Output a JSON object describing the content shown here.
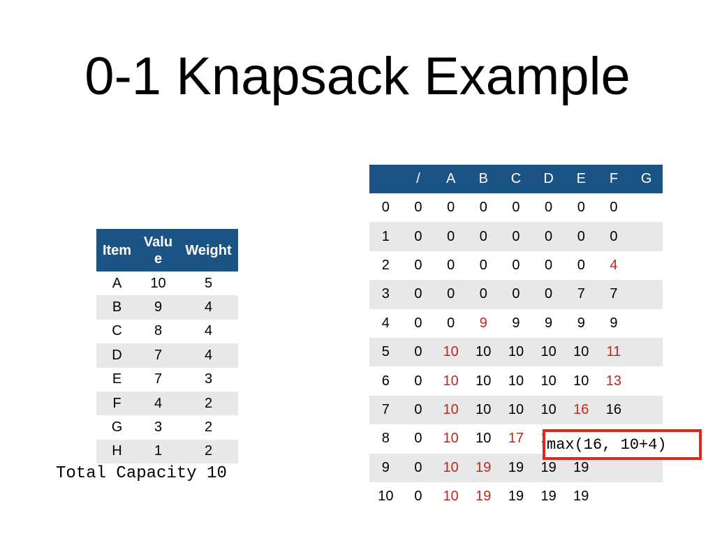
{
  "title": "0-1 Knapsack Example",
  "items_table": {
    "headers": [
      "Item",
      "Valu e",
      "Weight"
    ],
    "rows": [
      [
        "A",
        "10",
        "5"
      ],
      [
        "B",
        "9",
        "4"
      ],
      [
        "C",
        "8",
        "4"
      ],
      [
        "D",
        "7",
        "4"
      ],
      [
        "E",
        "7",
        "3"
      ],
      [
        "F",
        "4",
        "2"
      ],
      [
        "G",
        "3",
        "2"
      ],
      [
        "H",
        "1",
        "2"
      ]
    ],
    "shade_color": "#e7e8ea",
    "header_color": "#1c5385"
  },
  "total_capacity": "Total Capacity 10",
  "dp_table": {
    "headers": [
      "",
      "/",
      "A",
      "B",
      "C",
      "D",
      "E",
      "F",
      "G"
    ],
    "rows": [
      [
        "0",
        "0",
        "0",
        "0",
        "0",
        "0",
        "0",
        "0",
        ""
      ],
      [
        "1",
        "0",
        "0",
        "0",
        "0",
        "0",
        "0",
        "0",
        ""
      ],
      [
        "2",
        "0",
        "0",
        "0",
        "0",
        "0",
        "0",
        "4",
        ""
      ],
      [
        "3",
        "0",
        "0",
        "0",
        "0",
        "0",
        "7",
        "7",
        ""
      ],
      [
        "4",
        "0",
        "0",
        "9",
        "9",
        "9",
        "9",
        "9",
        ""
      ],
      [
        "5",
        "0",
        "10",
        "10",
        "10",
        "10",
        "10",
        "11",
        ""
      ],
      [
        "6",
        "0",
        "10",
        "10",
        "10",
        "10",
        "10",
        "13",
        ""
      ],
      [
        "7",
        "0",
        "10",
        "10",
        "10",
        "10",
        "16",
        "16",
        ""
      ],
      [
        "8",
        "0",
        "10",
        "10",
        "17",
        "17",
        "",
        "",
        ""
      ],
      [
        "9",
        "0",
        "10",
        "19",
        "19",
        "19",
        "19",
        "",
        ""
      ],
      [
        "10",
        "0",
        "10",
        "19",
        "19",
        "19",
        "19",
        "",
        ""
      ]
    ],
    "red_cells": [
      [
        2,
        7
      ],
      [
        4,
        3
      ],
      [
        5,
        2
      ],
      [
        5,
        7
      ],
      [
        6,
        2
      ],
      [
        6,
        7
      ],
      [
        7,
        2
      ],
      [
        7,
        6
      ],
      [
        8,
        2
      ],
      [
        8,
        4
      ],
      [
        9,
        2
      ],
      [
        9,
        3
      ],
      [
        10,
        2
      ],
      [
        10,
        3
      ]
    ],
    "red_color": "#c0281c",
    "header_color": "#1c5385",
    "shade_color": "#e7e8ea"
  },
  "annotation": {
    "text": "max(16, 10+4)",
    "border_color": "#e0291c"
  }
}
